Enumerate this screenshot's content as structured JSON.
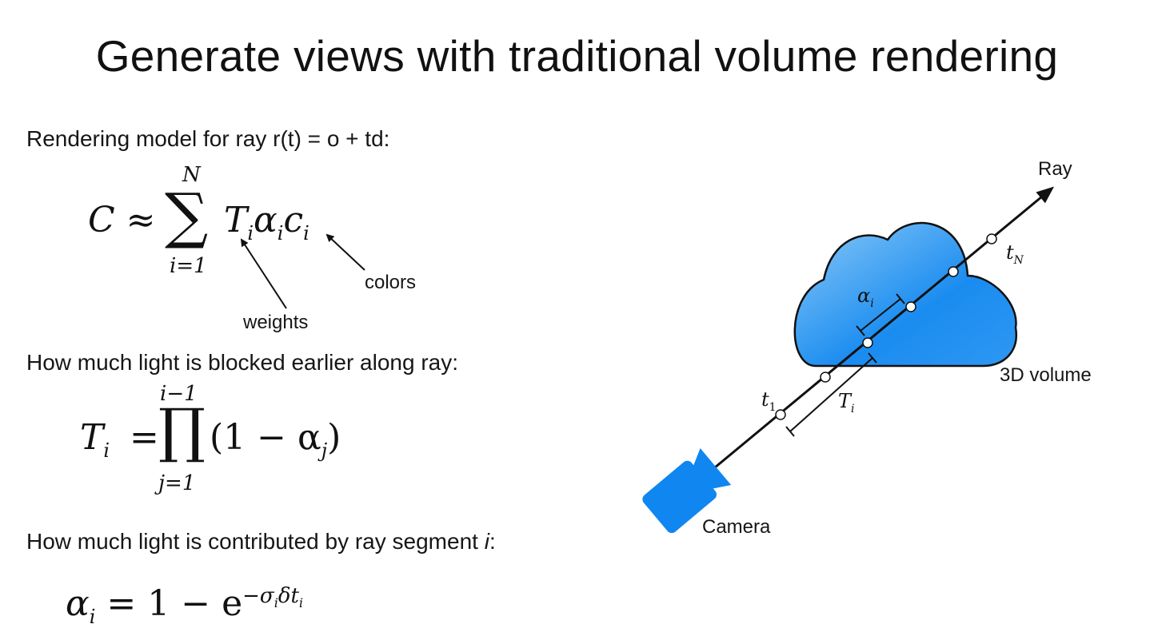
{
  "slide": {
    "title": "Generate views with traditional volume rendering"
  },
  "left": {
    "rendering_model_text": "Rendering model for ray r(t) = o + td:",
    "eq1": {
      "lhs": "C ≈",
      "sum_upper": "N",
      "sum_lower": "i=1",
      "body_T": "T",
      "body_alpha": "α",
      "body_c": "c",
      "sub": "i",
      "annotation_weights": "weights",
      "annotation_colors": "colors"
    },
    "blocked_text": "How much light is blocked earlier along ray:",
    "eq2": {
      "lhs_T": "T",
      "lhs_sub": "i",
      "equals": "=",
      "prod_upper": "i−1",
      "prod_lower": "j=1",
      "body_open": "(1 − α",
      "body_sub": "j",
      "body_close": ")"
    },
    "contributed_text_prefix": "How much light is contributed by ray segment ",
    "contributed_text_var": "i",
    "contributed_text_suffix": ":",
    "eq3": {
      "lhs_alpha": "α",
      "lhs_sub": "i",
      "rhs": "= 1 − e",
      "exponent": "−σ",
      "exp_sub1": "i",
      "exp_mid": "δt",
      "exp_sub2": "i"
    }
  },
  "diagram": {
    "ray_label": "Ray",
    "volume_label": "3D volume",
    "camera_label": "Camera",
    "t1_label": "t",
    "t1_sub": "1",
    "tN_label": "t",
    "tN_sub": "N",
    "alpha_label": "α",
    "alpha_sub": "i",
    "Ti_label": "T",
    "Ti_sub": "i",
    "colors": {
      "cloud_light": "#8ccaf7",
      "cloud_dark": "#1a8cf0",
      "camera": "#0f86f0"
    }
  }
}
